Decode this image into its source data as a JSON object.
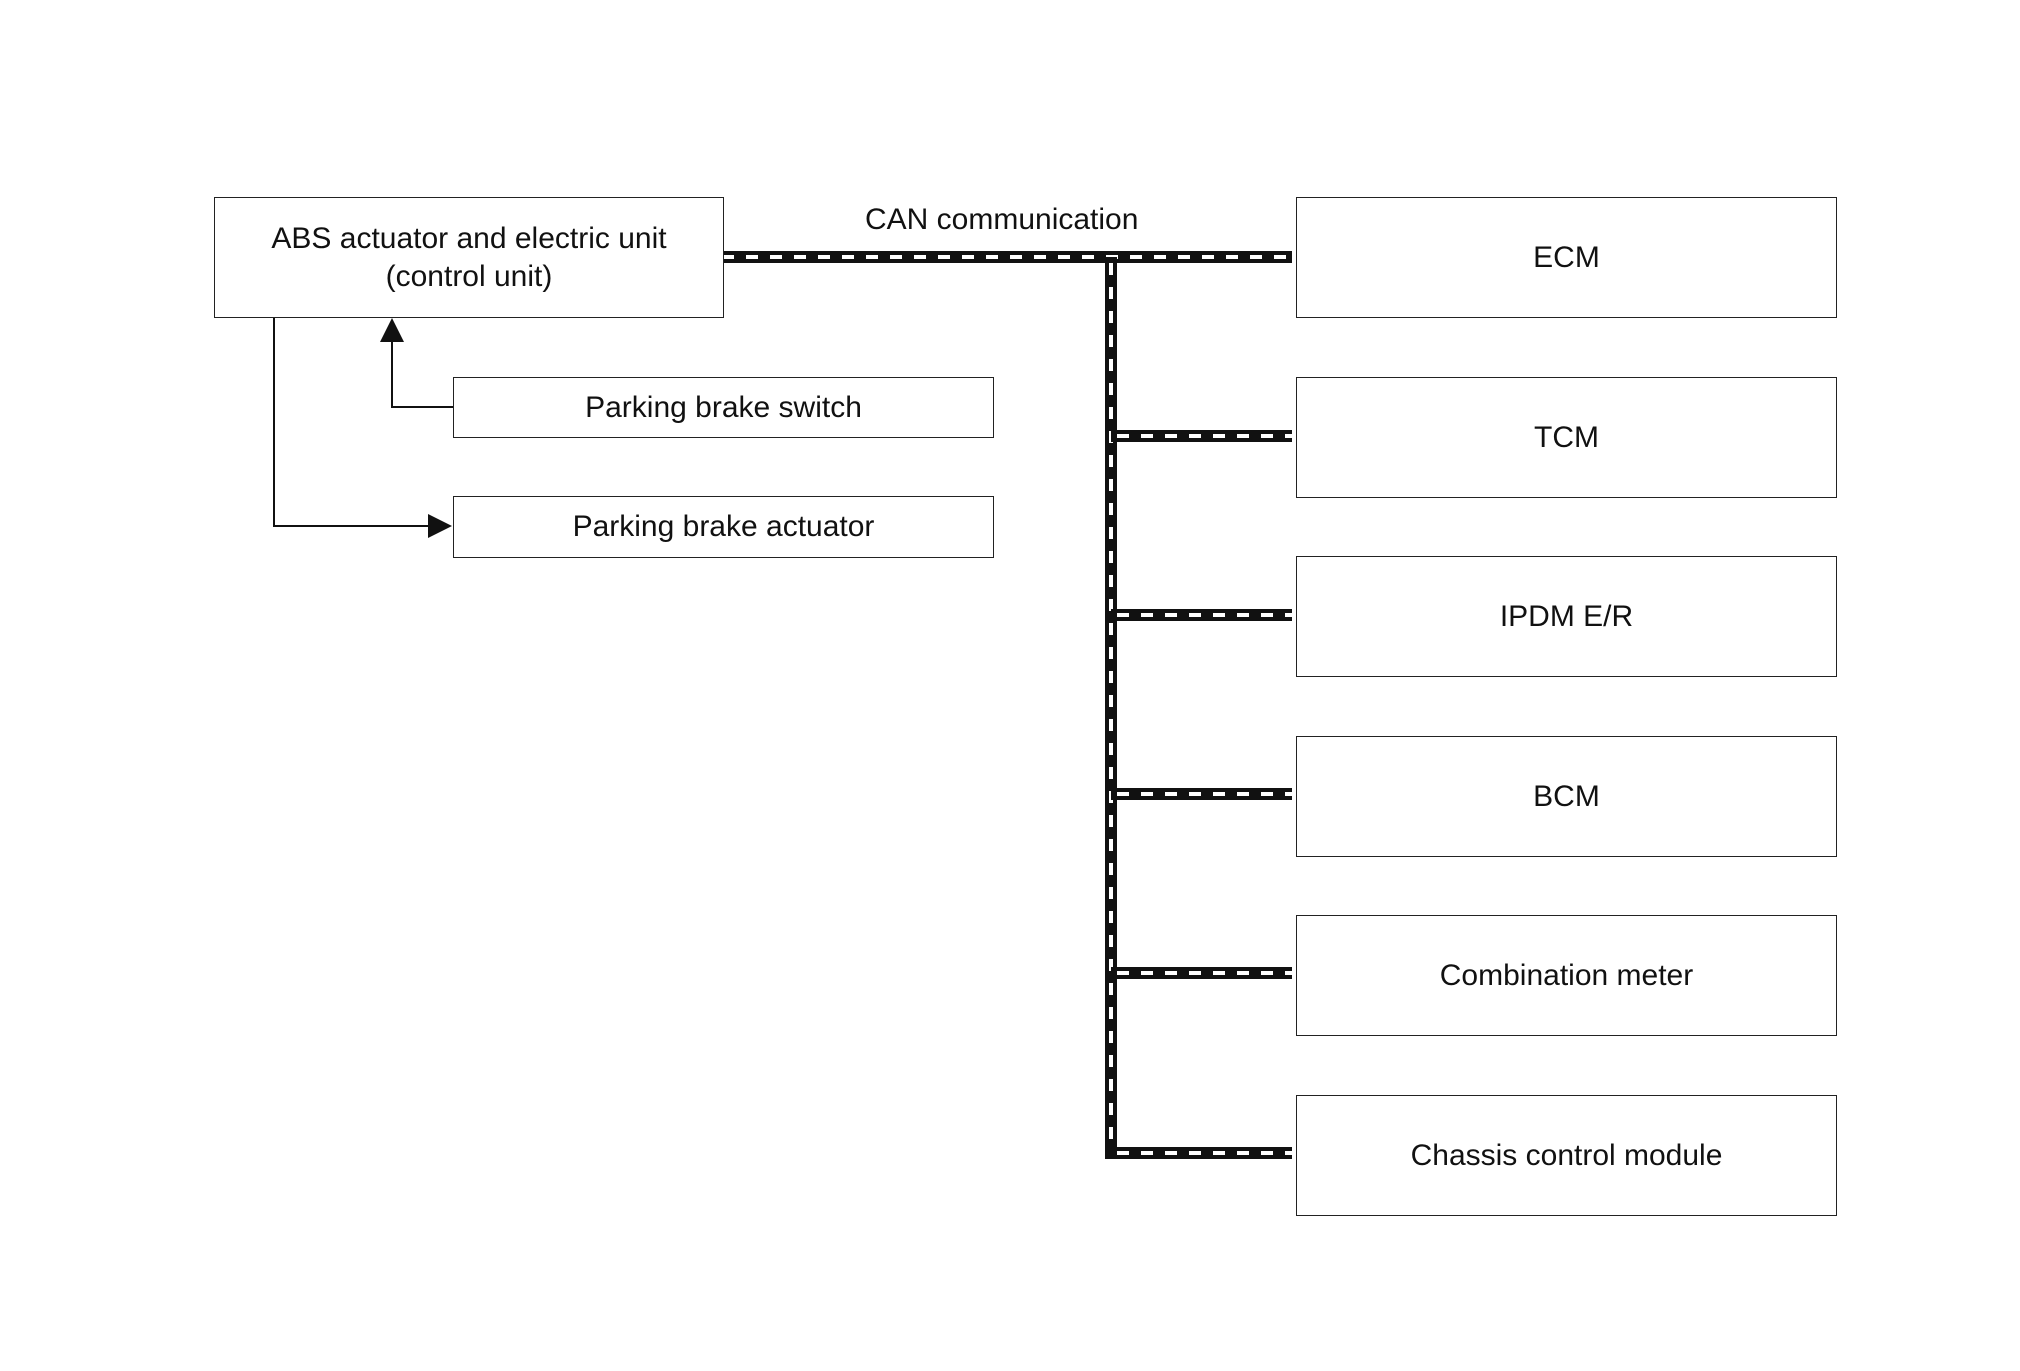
{
  "abs_unit": {
    "label": "ABS actuator and electric unit\n(control unit)"
  },
  "inputs": {
    "switch": {
      "label": "Parking brake switch"
    },
    "actuator": {
      "label": "Parking brake actuator"
    }
  },
  "bus": {
    "label": "CAN communication"
  },
  "modules": [
    {
      "label": "ECM"
    },
    {
      "label": "TCM"
    },
    {
      "label": "IPDM E/R"
    },
    {
      "label": "BCM"
    },
    {
      "label": "Combination meter"
    },
    {
      "label": "Chassis control module"
    }
  ]
}
